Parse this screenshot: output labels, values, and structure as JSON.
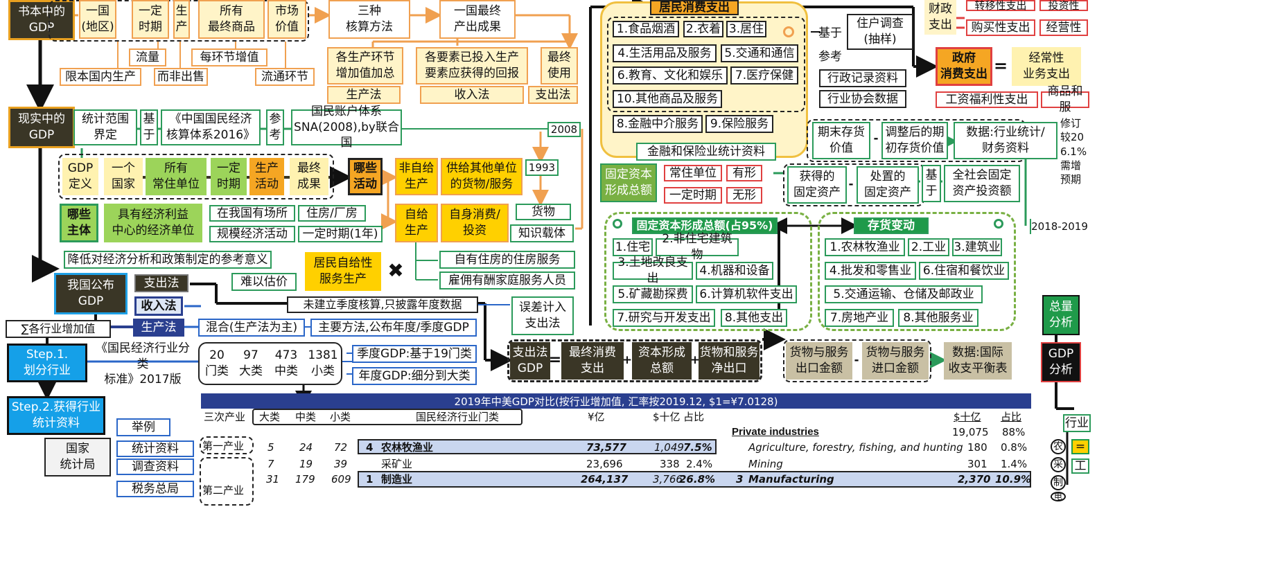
{
  "left_column": {
    "book_gdp": "书本中的\nGDP",
    "real_gdp": "现实中的\nGDP",
    "published_gdp": "我国公布\nGDP",
    "sum_industry": "∑各行业增加值",
    "step1": "Step.1.\n划分行业",
    "step2": "Step.2.获得行业\n统计资料"
  },
  "book_row": {
    "items": [
      "一国\n(地区)",
      "一定\n时期",
      "生\n产",
      "所有\n最终商品",
      "市场\n价值"
    ],
    "notes": [
      "流量",
      "每环节增值",
      "限本国内生产",
      "而非出售",
      "流通环节"
    ],
    "three_methods": "三种\n核算方法",
    "final_output": "一国最终\n产出成果",
    "method_desc": [
      "各生产环节\n增加值加总",
      "各要素已投入生产\n要素应获得的回报",
      "最终\n使用"
    ],
    "method_names": [
      "生产法",
      "收入法",
      "支出法"
    ]
  },
  "real_row": {
    "scope": "统计范围\n界定",
    "based": "基\n于",
    "system": "《中国国民经济\n核算体系2016》",
    "ref": "参\n考",
    "sna": "国民账户体系\nSNA(2008),by联合国",
    "y2008": "2008",
    "y1993": "1993"
  },
  "definition": {
    "items": [
      "GDP\n定义",
      "一个\n国家",
      "所有\n常住单位",
      "一定\n时期",
      "生产\n活动",
      "最终\n成果"
    ],
    "which_activity": "哪些\n活动",
    "non_self": "非自给\n生产",
    "supply_other": "供给其他单位\n的货物/服务",
    "self": "自给\n生产",
    "self_consume": "自身消费/\n投资",
    "goods": "货物",
    "knowledge": "知识载体",
    "own_housing": "自有住房的住房服务",
    "hired_domestic": "雇佣有酬家庭服务人员"
  },
  "subject": {
    "which_subject": "哪些\n主体",
    "unit": "具有经济利益\n中心的经济单位",
    "place": "在我国有场所",
    "housing": "住房/厂房",
    "scale": "规模经济活动",
    "period": "一定时期(1年)"
  },
  "household_self": {
    "reduce": "降低对经济分析和政策制定的参考意义",
    "hard": "难以估价",
    "label": "居民自给性\n服务生产"
  },
  "methods": {
    "expenditure": "支出法",
    "income": "收入法",
    "production": "生产法",
    "no_quarterly": "未建立季度核算,只披露年度数据",
    "error": "误差计入\n支出法",
    "mixed": "混合(生产法为主)",
    "main": "主要方法,公布年度/季度GDP"
  },
  "step1_row": {
    "standard": "《国民经济行业分类\n标准》2017版",
    "counts": [
      "20\n门类",
      "97\n大类",
      "473\n中类",
      "1381\n小类"
    ],
    "quarterly": "季度GDP:基于19门类",
    "annual": "年度GDP:细分到大类"
  },
  "step2_row": {
    "example": "举例",
    "bureau": "国家\n统计局",
    "stat_data": "统计资料",
    "survey_data": "调查资料",
    "tax": "税务总局"
  },
  "household_consumption": {
    "title": "居民消费支出",
    "items": [
      "1.食品烟酒",
      "2.衣着",
      "3.居住",
      "4.生活用品及服务",
      "5.交通和通信",
      "6.教育、文化和娱乐",
      "7.医疗保健",
      "10.其他商品及服务",
      "8.金融中介服务",
      "9.保险服务"
    ],
    "fin_data": "金融和保险业统计资料",
    "based": "基于",
    "survey": "住户调查\n(抽样)",
    "ref": "参考",
    "admin": "行政记录资料",
    "assoc": "行业协会数据"
  },
  "government": {
    "fiscal": "财政\n支出",
    "transfer": "转移性支出",
    "purchase": "购买性支出",
    "invest": "投资性",
    "operating": "经营性",
    "gov_cons": "政府\n消费支出",
    "op_exp": "经常性\n业务支出",
    "welfare": "工资福利性支出",
    "goods_svc": "商品和服"
  },
  "capital": {
    "gfcf": "固定资本\n形成总额",
    "resident": "常住单位",
    "tangible": "有形",
    "period": "一定时期",
    "intangible": "无形",
    "acquired": "获得的\n固定资产",
    "disposed": "处置的\n固定资产",
    "based": "基\n于",
    "total_inv": "全社会固定\n资产投资额",
    "end_inv": "期末存货\n价值",
    "adj_inv": "调整后的期\n初存货价值",
    "data_ind": "数据:行业统计/\n财务资料",
    "revise": "修订\n较20\n6.1%\n需增\n预期",
    "years": "2018-2019",
    "gfcf_share": "固定资本形成总额(占95%)",
    "inventory": "存货变动",
    "gfcf_items": [
      "1.住宅",
      "2.非住宅建筑物",
      "3.土地改良支出",
      "4.机器和设备",
      "5.矿藏勘探费",
      "6.计算机软件支出",
      "7.研究与开发支出",
      "8.其他支出"
    ],
    "inv_items": [
      "1.农林牧渔业",
      "2.工业",
      "3.建筑业",
      "4.批发和零售业",
      "6.住宿和餐饮业",
      "5.交通运输、仓储及邮政业",
      "7.房地产业",
      "8.其他服务业"
    ]
  },
  "expenditure_eq": {
    "gdp": "支出法\nGDP",
    "final_cons": "最终消费\n支出",
    "capital_form": "资本形成\n总额",
    "net_export": "货物和服务\n净出口",
    "export": "货物与服务\n出口金额",
    "import": "货物与服务\n进口金额",
    "data_intl": "数据:国际\n收支平衡表"
  },
  "right_edge": {
    "total": "总量\n分析",
    "gdp_analysis": "GDP\n分析",
    "industry": "行业",
    "agri": "农",
    "mining": "采",
    "manu": "制",
    "elec": "电",
    "work": "工"
  },
  "table": {
    "title": "2019年中美GDP对比(按行业增加值, 汇率按2019.12, $1=¥7.0128)",
    "headers": [
      "三次产业",
      "大类",
      "中类",
      "小类",
      "国民经济行业门类",
      "¥亿",
      "$十亿",
      "占比",
      "$十亿",
      "占比"
    ],
    "private_label": "Private industries",
    "private_vals": [
      "19,075",
      "88%"
    ],
    "primary": "第一产业",
    "secondary": "第二产业",
    "rows": [
      {
        "big": "5",
        "mid": "24",
        "small": "72",
        "rank": "4",
        "name": "农林牧渔业",
        "cny": "73,577",
        "usd": "1,049",
        "share": "7.5%",
        "us_name": "Agriculture, forestry, fishing, and hunting",
        "us_usd": "180",
        "us_share": "0.8%"
      },
      {
        "big": "7",
        "mid": "19",
        "small": "39",
        "rank": "",
        "name": "采矿业",
        "cny": "23,696",
        "usd": "338",
        "share": "2.4%",
        "us_name": "Mining",
        "us_usd": "301",
        "us_share": "1.4%"
      },
      {
        "big": "31",
        "mid": "179",
        "small": "609",
        "rank": "1",
        "name": "制造业",
        "cny": "264,137",
        "usd": "3,766",
        "share": "26.8%",
        "us_rank": "3",
        "us_name": "Manufacturing",
        "us_usd": "2,370",
        "us_share": "10.9%"
      }
    ]
  }
}
